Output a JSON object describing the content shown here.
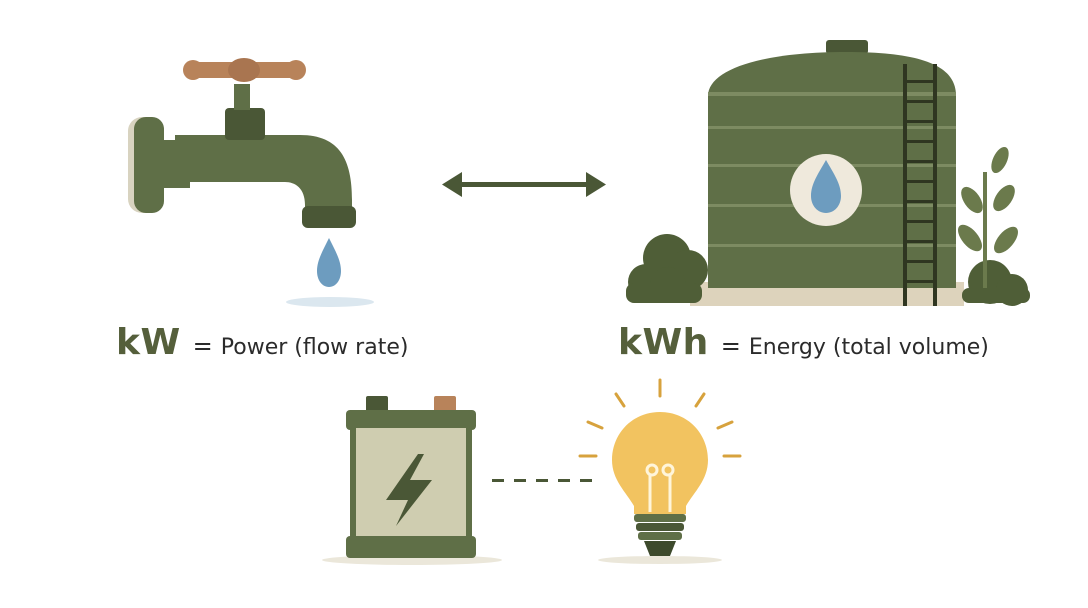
{
  "captions": {
    "power": {
      "unit": "kW",
      "equals": "=",
      "description": "Power (flow rate)"
    },
    "energy": {
      "unit": "kWh",
      "equals": "=",
      "description": "Energy (total volume)"
    }
  },
  "icons": {
    "faucet": "faucet-icon",
    "water_drop": "water-drop-icon",
    "double_arrow": "double-arrow-icon",
    "tank": "water-tank-icon",
    "battery": "battery-icon",
    "bulb": "light-bulb-icon"
  },
  "colors": {
    "olive": "#5f6f47",
    "olive_dark": "#4a5736",
    "unit_text": "#555f3b",
    "copper": "#b8835a",
    "water": "#6d9cbf",
    "bulb": "#f2c360",
    "battery_body": "#cfcdb0"
  }
}
